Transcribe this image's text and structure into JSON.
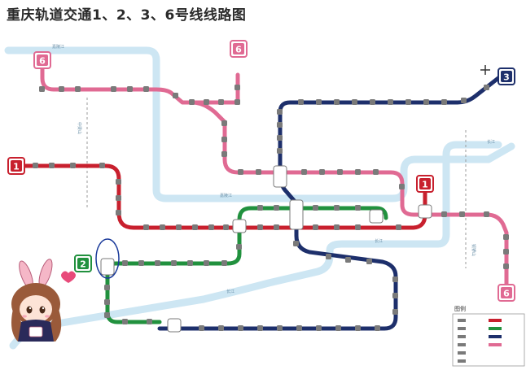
{
  "title": "重庆轨道交通1、2、3、6号线线路图",
  "colors": {
    "line1": "#c8202e",
    "line2": "#21913e",
    "line3": "#1d2f6b",
    "line6": "#e06a93",
    "river": "#cde6f3",
    "station_fill": "#7a7a7a",
    "background": "#ffffff"
  },
  "lines": [
    {
      "name": "1",
      "color": "#c8202e"
    },
    {
      "name": "2",
      "color": "#21913e"
    },
    {
      "name": "3",
      "color": "#1d2f6b"
    },
    {
      "name": "6",
      "color": "#e06a93"
    }
  ],
  "rivers": [
    {
      "label": "嘉陵江"
    },
    {
      "label": "嘉陵江"
    },
    {
      "label": "长江"
    },
    {
      "label": "长江"
    },
    {
      "label": "长江"
    },
    {
      "label": "长江"
    }
  ],
  "mountains": [
    {
      "label": "中梁山"
    },
    {
      "label": "铜锣山"
    }
  ],
  "legend": {
    "title": "图例"
  },
  "icons": {
    "character": "bunny-girl-mascot-icon",
    "compass": "compass-icon"
  }
}
